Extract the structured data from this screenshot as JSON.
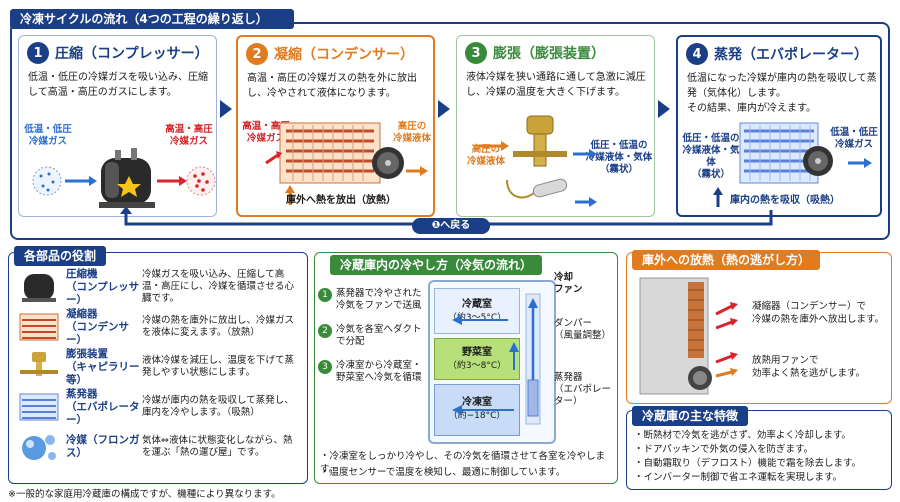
{
  "header": {
    "title": "冷凍サイクルの流れ（4つの工程の繰り返し）"
  },
  "steps": [
    {
      "num": "1",
      "title": "圧縮（コンプレッサー）",
      "desc": "低温・低圧の冷媒ガスを吸い込み、圧縮して高温・高圧のガスにします。",
      "in_label": "低温・低圧\n冷媒ガス",
      "out_label": "高温・高圧\n冷媒ガス",
      "color": "#1b3f86"
    },
    {
      "num": "2",
      "title": "凝縮（コンデンサー）",
      "desc": "高温・高圧の冷媒ガスの熱を外に放出し、冷やされて液体になります。",
      "in_label": "高温・高圧\n冷媒ガス",
      "out_label": "高圧の\n冷媒液体",
      "bottom": "庫外へ熱を放出（放熱）",
      "color": "#e07b1f"
    },
    {
      "num": "3",
      "title": "膨張（膨張装置）",
      "desc": "液体冷媒を狭い通路に通して急激に減圧し、冷媒の温度を大きく下げます。",
      "in_label": "高圧の\n冷媒液体",
      "out_label": "低圧・低温の\n冷媒液体・気体\n（霧状）",
      "color": "#3a8a3c"
    },
    {
      "num": "4",
      "title": "蒸発（エバポレーター）",
      "desc": "低温になった冷媒が庫内の熱を吸収して蒸発（気体化）します。\nその結果、庫内が冷えます。",
      "in_label": "低圧・低温の\n冷媒液体・気体\n（霧状）",
      "out_label": "低温・低圧\n冷媒ガス",
      "bottom": "庫内の熱を吸収（吸熱）",
      "color": "#1b3f86"
    }
  ],
  "back_label": "❶へ戻る",
  "parts": {
    "title": "各部品の役割",
    "items": [
      {
        "name": "圧縮機\n（コンプレッサー）",
        "desc": "冷媒ガスを吸い込み、圧縮して高温・高圧にし、冷媒を循環させる心臓です。"
      },
      {
        "name": "凝縮器\n（コンデンサー）",
        "desc": "冷媒の熱を庫外に放出し、冷媒ガスを液体に変えます。（放熱）"
      },
      {
        "name": "膨張装置\n（キャピラリー等）",
        "desc": "液体冷媒を減圧し、温度を下げて蒸発しやすい状態にします。"
      },
      {
        "name": "蒸発器\n（エバポレーター）",
        "desc": "冷媒が庫内の熱を吸収して蒸発し、庫内を冷やします。（吸熱）"
      },
      {
        "name": "冷媒（フロンガス）",
        "desc": "気体⇔液体に状態変化しながら、熱を運ぶ「熱の運び屋」です。"
      }
    ],
    "footnote": "※一般的な家庭用冷蔵庫の構成ですが、機種により異なります。"
  },
  "cooling": {
    "title": "冷蔵庫内の冷やし方（冷気の流れ）",
    "steps": [
      {
        "num": "1",
        "text": "蒸発器で冷やされた冷気をファンで送風"
      },
      {
        "num": "2",
        "text": "冷気を各室へダクトで分配"
      },
      {
        "num": "3",
        "text": "冷凍室から冷蔵室・野菜室へ冷気を循環"
      }
    ],
    "rooms": [
      {
        "name": "冷蔵室",
        "temp": "（約3〜5°C）"
      },
      {
        "name": "野菜室",
        "temp": "（約3〜8°C）"
      },
      {
        "name": "冷凍室",
        "temp": "（約−18°C）"
      }
    ],
    "labels": {
      "fan": "冷却\nファン",
      "damper": "ダンパー\n（風量調整）",
      "evaporator": "蒸発器\n（エバポレーター）"
    },
    "notes": [
      "・冷凍室をしっかり冷やし、その冷気を循環させて各室を冷やします。",
      "・温度センサーで温度を検知し、最適に制御しています。"
    ]
  },
  "heat": {
    "title": "庫外への放熱（熱の逃がし方）",
    "text1": "凝縮器（コンデンサー）で\n冷媒の熱を庫外へ放出します。",
    "text2": "放熱用ファンで\n効率よく熱を逃がします。"
  },
  "features": {
    "title": "冷蔵庫の主な特徴",
    "items": [
      "・断熱材で冷気を逃がさず、効率よく冷却します。",
      "・ドアパッキンで外気の侵入を防ぎます。",
      "・自動霜取り（デフロスト）機能で霜を除去します。",
      "・インバーター制御で省エネ運転を実現します。"
    ]
  },
  "colors": {
    "navy": "#1b3f86",
    "orange": "#e07b1f",
    "green": "#3a8a3c",
    "hot": "#d8242a",
    "cold": "#2b6fd0"
  }
}
